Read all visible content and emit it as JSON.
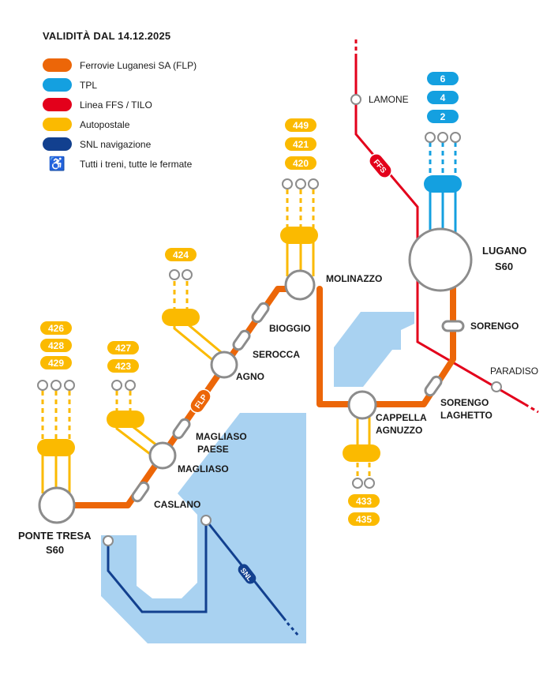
{
  "title": "VALIDITÀ DAL 14.12.2025",
  "legend": [
    {
      "label": "Ferrovie Luganesi SA (FLP)",
      "color": "#ec6608"
    },
    {
      "label": "TPL",
      "color": "#14a0e0"
    },
    {
      "label": "Linea FFS / TILO",
      "color": "#e3001b"
    },
    {
      "label": "Autopostale",
      "color": "#fbba00"
    },
    {
      "label": "SNL navigazione",
      "color": "#12408f"
    }
  ],
  "accessibility": {
    "icon": "wheelchair-icon",
    "label": "Tutti i treni, tutte le fermate"
  },
  "line_badges": {
    "flp": "FLP",
    "ffs": "FFS",
    "snl": "SNL"
  },
  "stations": {
    "lugano": "LUGANO",
    "lugano_sub": "S60",
    "ponte_tresa": "PONTE TRESA",
    "ponte_tresa_sub": "S60",
    "lamone": "LAMONE",
    "paradiso": "PARADISO",
    "sorengo": "SORENGO",
    "sorengo_laghetto_1": "SORENGO",
    "sorengo_laghetto_2": "LAGHETTO",
    "cappella_1": "CAPPELLA",
    "cappella_2": "AGNUZZO",
    "molinazzo": "MOLINAZZO",
    "bioggio": "BIOGGIO",
    "serocca": "SEROCCA",
    "agno": "AGNO",
    "magliaso_paese_1": "MAGLIASO",
    "magliaso_paese_2": "PAESE",
    "magliaso": "MAGLIASO",
    "caslano": "CASLANO"
  },
  "bus_lines": {
    "tpl_lugano": [
      "6",
      "4",
      "2"
    ],
    "molinazzo": [
      "449",
      "421",
      "420"
    ],
    "agno": [
      "424"
    ],
    "ponte_tresa": [
      "426",
      "428",
      "429"
    ],
    "magliaso": [
      "427",
      "423"
    ],
    "cappella": [
      "433",
      "435"
    ]
  },
  "colors": {
    "flp": "#ec6608",
    "tpl": "#14a0e0",
    "ffs": "#e3001b",
    "postale": "#fbba00",
    "snl": "#12408f",
    "lake": "#a9d2f1",
    "station_ring": "#8c8c8c"
  }
}
